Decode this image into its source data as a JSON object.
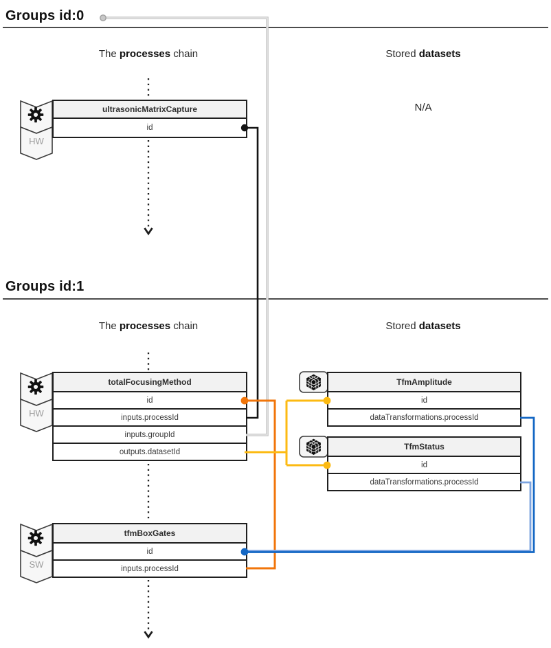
{
  "colors": {
    "connector_black": "#141414",
    "connector_gray": "#c3c3c3",
    "connector_gray_core": "#ececec",
    "connector_orange": "#f1750a",
    "connector_yellow": "#fcba12",
    "connector_blue": "#1467c4",
    "connector_blue_light": "#7ba3e0",
    "title_dot": "#c8c8c8",
    "title_dot_edge": "#9f9f9f",
    "flow_dotted": "#1c1c1c"
  },
  "groups": [
    {
      "title": "Groups id:0",
      "processes_header": {
        "prefix": "The ",
        "em": "processes",
        "suffix": " chain"
      },
      "datasets_header": {
        "prefix": "Stored ",
        "em": "datasets",
        "suffix": ""
      },
      "datasets_empty": "N/A",
      "processes": [
        {
          "name": "ultrasonicMatrixCapture",
          "badge": "HW",
          "icon": "gear-icon",
          "rows": [
            "id"
          ]
        }
      ],
      "datasets": []
    },
    {
      "title": "Groups id:1",
      "processes_header": {
        "prefix": "The ",
        "em": "processes",
        "suffix": " chain"
      },
      "datasets_header": {
        "prefix": "Stored ",
        "em": "datasets",
        "suffix": ""
      },
      "processes": [
        {
          "name": "totalFocusingMethod",
          "badge": "HW",
          "icon": "gear-icon",
          "rows": [
            "id",
            "inputs.processId",
            "inputs.groupId",
            "outputs.datasetId"
          ]
        },
        {
          "name": "tfmBoxGates",
          "badge": "SW",
          "icon": "gear-icon",
          "rows": [
            "id",
            "inputs.processId"
          ]
        }
      ],
      "datasets": [
        {
          "name": "TfmAmplitude",
          "icon": "cube-icon",
          "rows": [
            "id",
            "dataTransformations.processId"
          ]
        },
        {
          "name": "TfmStatus",
          "icon": "cube-icon",
          "rows": [
            "id",
            "dataTransformations.processId"
          ]
        }
      ]
    }
  ],
  "connections": [
    {
      "from": "Groups id:0",
      "to": "totalFocusingMethod.inputs.groupId",
      "color": "gray"
    },
    {
      "from": "ultrasonicMatrixCapture.id",
      "to": "totalFocusingMethod.inputs.processId",
      "color": "black"
    },
    {
      "from": "totalFocusingMethod.id",
      "to": "tfmBoxGates.inputs.processId",
      "color": "orange"
    },
    {
      "from": "totalFocusingMethod.outputs.datasetId",
      "to": "TfmAmplitude.id, TfmStatus.id",
      "color": "yellow"
    },
    {
      "from": "tfmBoxGates.id",
      "to": "TfmAmplitude.dataTransformations.processId, TfmStatus.dataTransformations.processId",
      "color": "blue"
    }
  ]
}
